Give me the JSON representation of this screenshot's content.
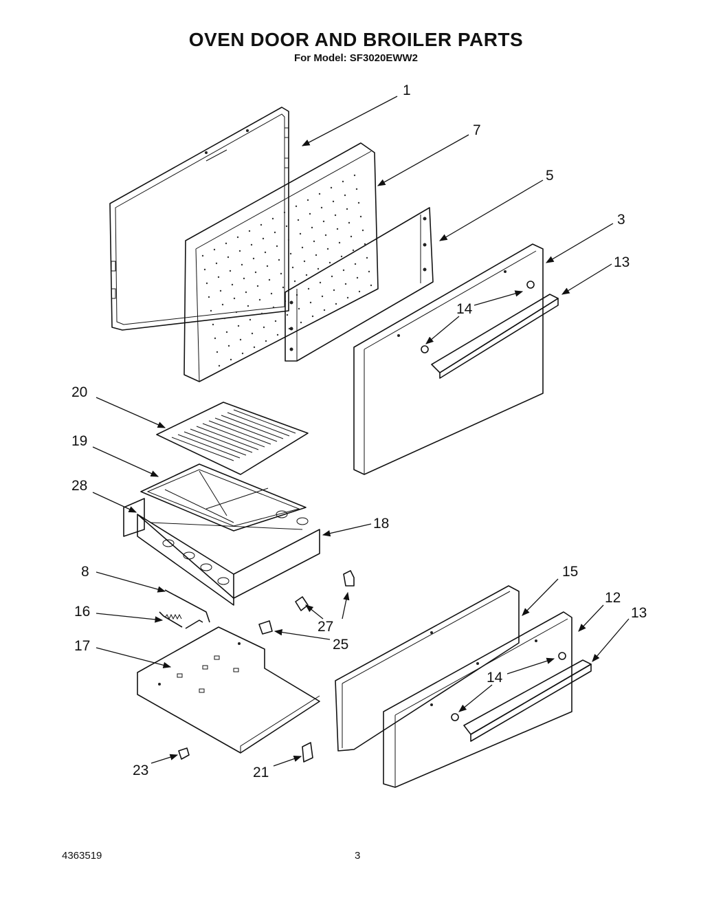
{
  "header": {
    "title": "OVEN DOOR AND BROILER PARTS",
    "subtitle": "For Model: SF3020EWW2"
  },
  "footer": {
    "document_number": "4363519",
    "page_number": "3"
  },
  "callouts": {
    "c1": "1",
    "c7": "7",
    "c5": "5",
    "c3": "3",
    "c13a": "13",
    "c14a": "14",
    "c20": "20",
    "c19": "19",
    "c28": "28",
    "c18": "18",
    "c8": "8",
    "c16": "16",
    "c17": "17",
    "c27": "27",
    "c25": "25",
    "c15": "15",
    "c12": "12",
    "c13b": "13",
    "c14b": "14",
    "c23": "23",
    "c21": "21"
  }
}
